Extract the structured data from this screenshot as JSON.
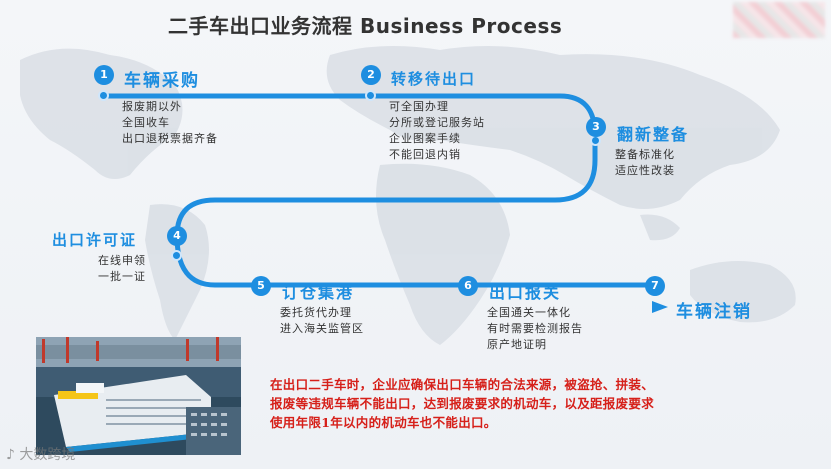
{
  "title": "二手车出口业务流程 Business Process",
  "steps": [
    {
      "num": "1",
      "title": "车辆采购",
      "details": [
        "报废期以外",
        "全国收车",
        "出口退税票据齐备"
      ]
    },
    {
      "num": "2",
      "title": "转移待出口",
      "details": [
        "可全国办理",
        "分所或登记服务站",
        "企业图案手续",
        "不能回退内销"
      ]
    },
    {
      "num": "3",
      "title": "翻新整备",
      "details": [
        "整备标准化",
        "适应性改装"
      ]
    },
    {
      "num": "4",
      "title": "出口许可证",
      "details": [
        "在线申领",
        "一批一证"
      ]
    },
    {
      "num": "5",
      "title": "订仓集港",
      "details": [
        "委托货代办理",
        "进入海关监管区"
      ]
    },
    {
      "num": "6",
      "title": "出口报关",
      "details": [
        "全国通关一体化",
        "有时需要检测报告",
        "原产地证明"
      ]
    },
    {
      "num": "7",
      "title": "车辆注销",
      "details": []
    }
  ],
  "notice": {
    "lines": [
      "在出口二手车时，企业应确保出口车辆的合法来源，被盗抢、拼装、",
      "报废等违规车辆不能出口，达到报废要求的机动车，以及距报废要求",
      "使用年限1年以内的机动车也不能出口。"
    ]
  },
  "watermark": "大数跨境",
  "colors": {
    "accent": "#1e8ee0",
    "warning": "#d6201a",
    "title": "#333333"
  }
}
